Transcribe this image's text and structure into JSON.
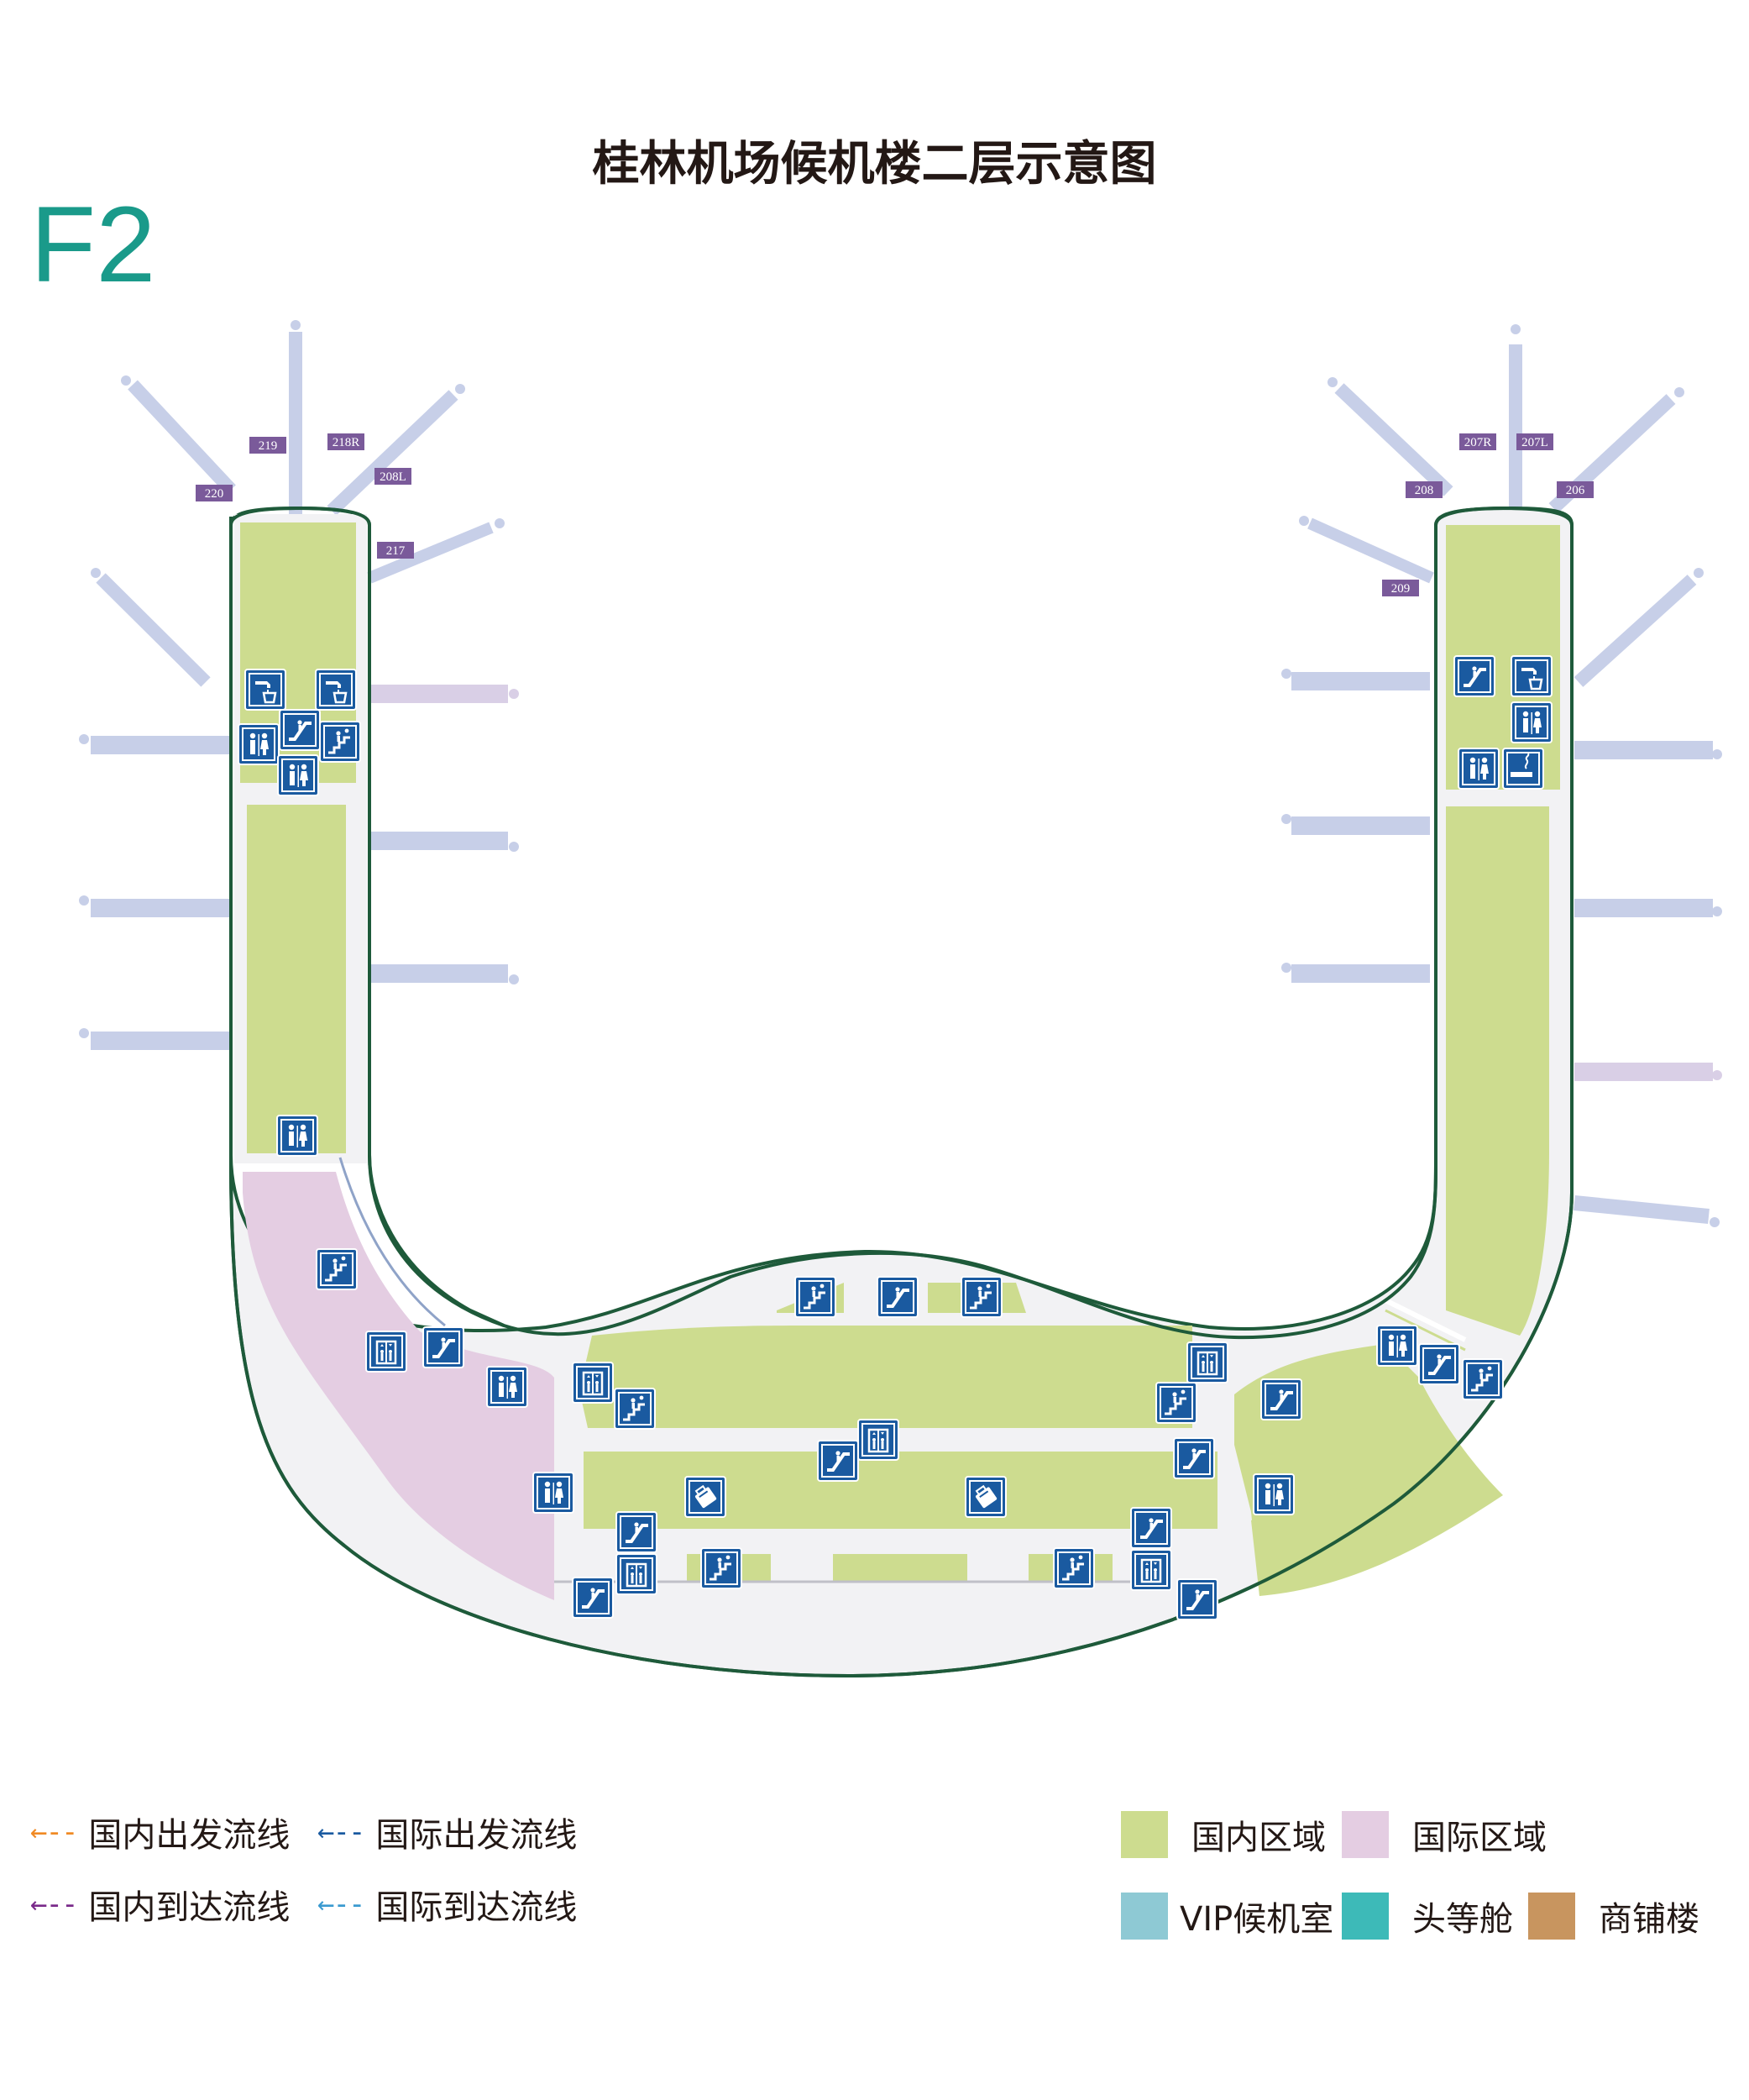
{
  "title": "桂林机场候机楼二层示意图",
  "floor": "F2",
  "colors": {
    "domestic": "#cddc8f",
    "international": "#e4cde2",
    "vip": "#8ec9d4",
    "first_class": "#3dbab8",
    "shops": "#c8955f",
    "outline": "#1e5a3a",
    "corridor": "#f2f2f4",
    "bridge": "#c7cfe8",
    "bridge_intl": "#d9cfe6",
    "gate_tag": "#7a5a9a",
    "facility": "#1a5aa0",
    "floor_text": "#1a9a8a"
  },
  "gates": [
    "220",
    "219",
    "218R",
    "208L",
    "217",
    "209",
    "208",
    "207R",
    "207L",
    "206"
  ],
  "legend": {
    "flows": [
      {
        "label": "国内出发流线",
        "color": "#f08a24"
      },
      {
        "label": "国际出发流线",
        "color": "#1a5aa0"
      },
      {
        "label": "国内到达流线",
        "color": "#7a2a8a"
      },
      {
        "label": "国际到达流线",
        "color": "#3a9ad0"
      }
    ],
    "areas": [
      {
        "label": "国内区域",
        "color": "#cddc8f"
      },
      {
        "label": "国际区域",
        "color": "#e4cde2"
      },
      {
        "label": "VIP候机室",
        "color": "#8ec9d4"
      },
      {
        "label": "头等舱",
        "color": "#3dbab8"
      },
      {
        "label": "商铺楼",
        "color": "#c8955f"
      }
    ]
  },
  "facility_icons": [
    "drinking-water-icon",
    "escalator-icon",
    "stairs-icon",
    "restroom-icon",
    "elevator-icon",
    "smoking-room-icon",
    "baggage-icon"
  ]
}
